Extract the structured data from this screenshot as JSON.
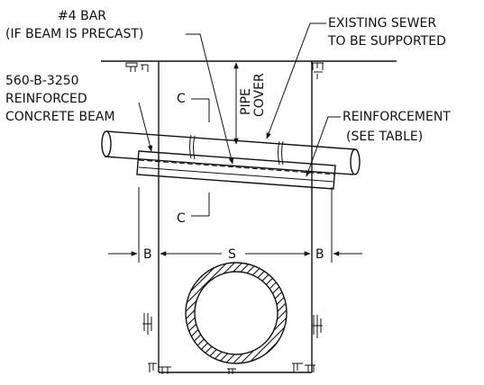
{
  "labels": {
    "bar_line1": "#4 BAR",
    "bar_line2": "(IF BEAM IS PRECAST)",
    "sewer_line1": "EXISTING SEWER",
    "sewer_line2": "TO BE SUPPORTED",
    "beam_line1": "560-B-3250",
    "beam_line2": "REINFORCED",
    "beam_line3": "CONCRETE BEAM",
    "reinf_line1": "REINFORCEMENT",
    "reinf_line2": "(SEE TABLE)",
    "pipe": "PIPE",
    "cover": "COVER",
    "section_top": "C",
    "section_bottom": "C",
    "dim_left": "B",
    "dim_mid": "S",
    "dim_right": "B"
  }
}
